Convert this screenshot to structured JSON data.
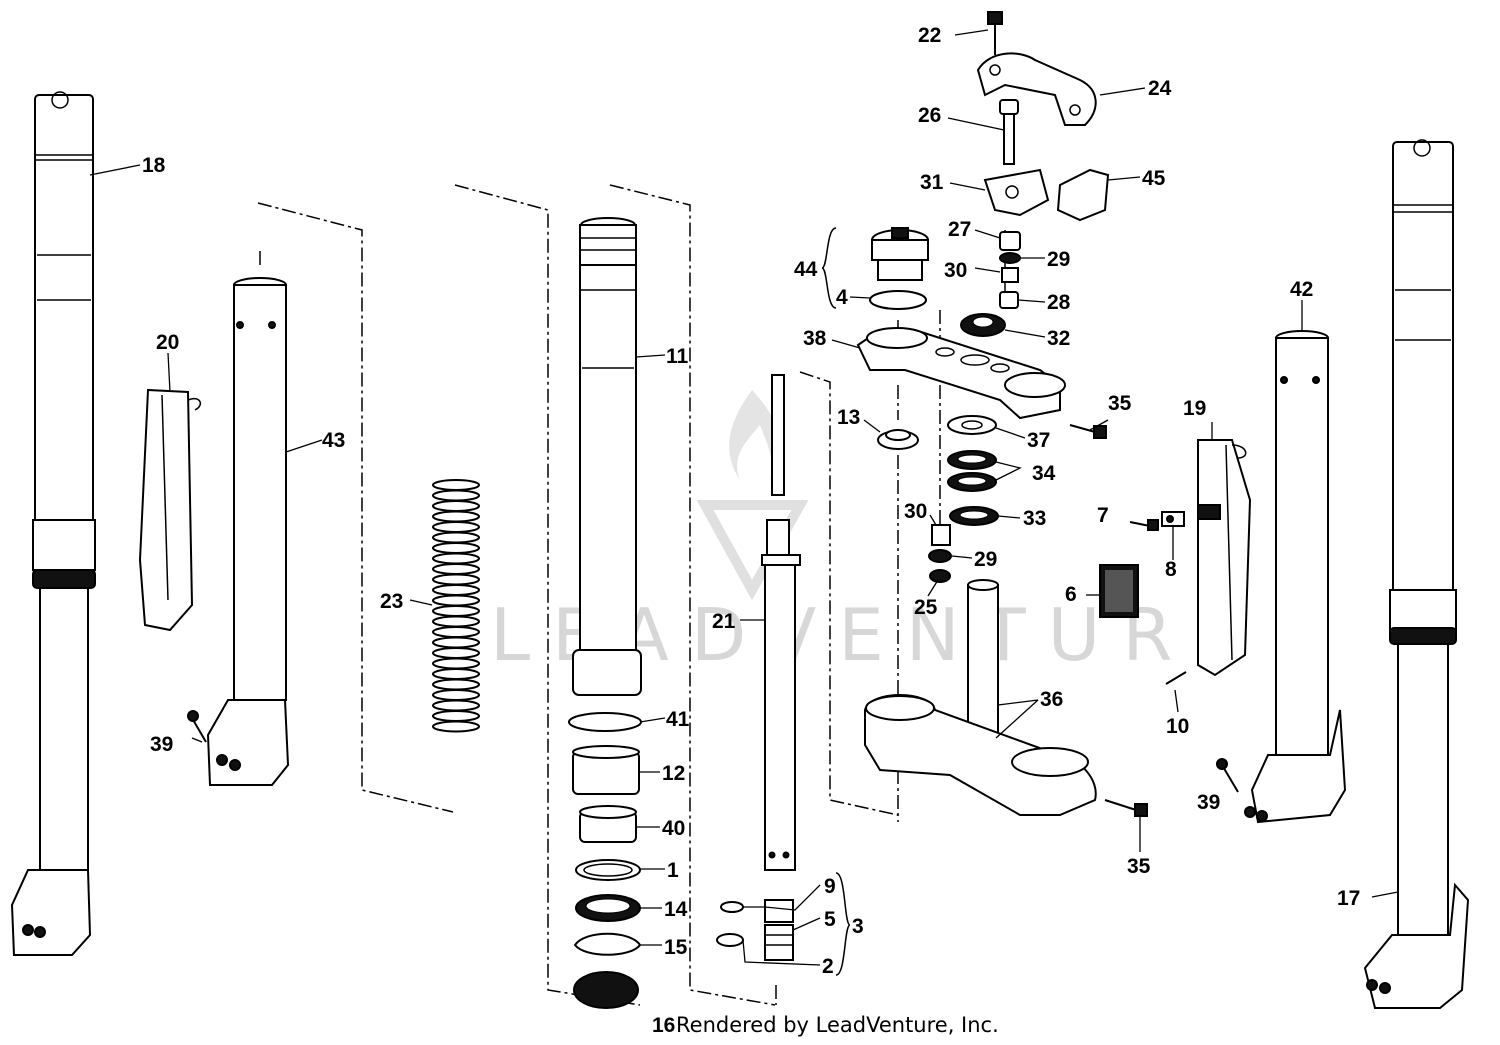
{
  "diagram": {
    "footer_text": "Rendered by LeadVenture, Inc.",
    "watermark_text": "LEADVENTURE",
    "labels": {
      "p1": "1",
      "p2": "2",
      "p3": "3",
      "p4": "4",
      "p5": "5",
      "p6": "6",
      "p7": "7",
      "p8": "8",
      "p9": "9",
      "p10": "10",
      "p11": "11",
      "p12": "12",
      "p13": "13",
      "p14": "14",
      "p15": "15",
      "p16": "16",
      "p17": "17",
      "p18": "18",
      "p19": "19",
      "p20": "20",
      "p21": "21",
      "p22": "22",
      "p23": "23",
      "p24": "24",
      "p25": "25",
      "p26": "26",
      "p27": "27",
      "p28": "28",
      "p29a": "29",
      "p29b": "29",
      "p30a": "30",
      "p30b": "30",
      "p31": "31",
      "p32": "32",
      "p33": "33",
      "p34": "34",
      "p35a": "35",
      "p35b": "35",
      "p36": "36",
      "p37": "37",
      "p38": "38",
      "p39a": "39",
      "p39b": "39",
      "p40": "40",
      "p41": "41",
      "p42": "42",
      "p43": "43",
      "p44": "44",
      "p45": "45"
    }
  }
}
